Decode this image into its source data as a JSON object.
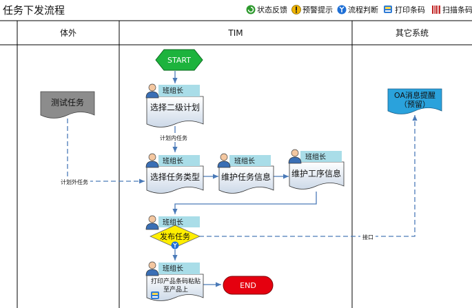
{
  "page": {
    "title": "任务下发流程"
  },
  "legend": [
    {
      "icon": "status-feedback-icon",
      "label": "状态反馈",
      "color": "#2e9a2e"
    },
    {
      "icon": "warning-icon",
      "label": "预警提示",
      "color": "#f0b400"
    },
    {
      "icon": "process-judgment-icon",
      "label": "流程判断",
      "color": "#1e6fd6"
    },
    {
      "icon": "print-barcode-icon",
      "label": "打印条码",
      "color": "#2e7bd6"
    },
    {
      "icon": "scan-barcode-icon",
      "label": "扫描条码",
      "color": "#c02020"
    }
  ],
  "lanes": [
    {
      "label": "体外"
    },
    {
      "label": "TIM"
    },
    {
      "label": "其它系统"
    }
  ],
  "nodes": {
    "start": "START",
    "end": "END",
    "select_plan": {
      "role": "班组长",
      "label": "选择二级计划"
    },
    "select_type": {
      "role": "班组长",
      "label": "选择任务类型"
    },
    "maintain_task": {
      "role": "班组长",
      "label": "维护任务信息"
    },
    "maintain_process": {
      "role": "班组长",
      "label": "维护工序信息"
    },
    "publish": {
      "role": "班组长",
      "label": "发布任务"
    },
    "print": {
      "role": "班组长",
      "label_line1": "打印产品条码粘贴",
      "label_line2": "至产品上"
    },
    "test_task": "测试任务",
    "oa_line1": "OA消息提醒",
    "oa_line2": "（预留）"
  },
  "edge_labels": {
    "in_plan": "计划内任务",
    "out_plan": "计划外任务",
    "interface": "接口"
  },
  "colors": {
    "start_fill": "#1db33d",
    "end_fill": "#e5000f",
    "decision_fill": "#ffee00",
    "doc_fill_top": "#ffffff",
    "doc_fill_bottom": "#cdd9e8",
    "role_tab": "#a9dde8",
    "external_fill": "#8c8c8c",
    "oa_fill": "#2aa2dc",
    "arrow": "#4a7ab8"
  }
}
